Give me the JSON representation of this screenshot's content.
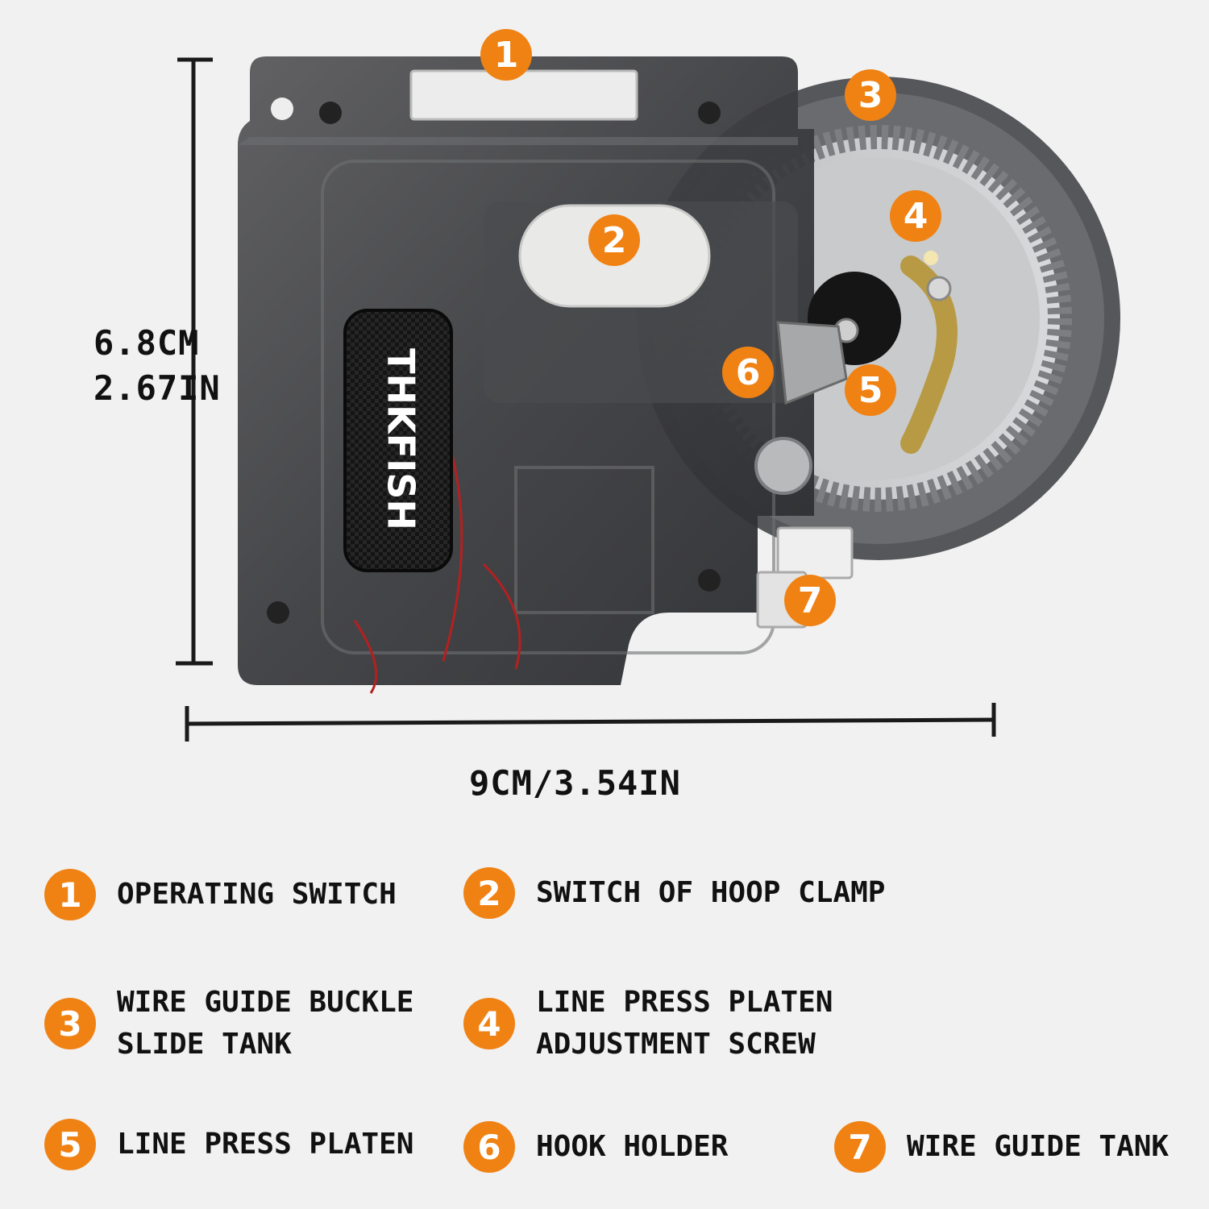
{
  "dimensions": {
    "height_cm": "6.8CM",
    "height_in": "2.67IN",
    "width": "9CM/3.54IN"
  },
  "brand": {
    "logo_text": "THKFISH"
  },
  "colors": {
    "badge": "#f08214",
    "background": "#f1f1f1",
    "text": "#111111"
  },
  "callouts": [
    "1",
    "2",
    "3",
    "4",
    "5",
    "6",
    "7"
  ],
  "legend": [
    {
      "number": "1",
      "lines": [
        "OPERATING SWITCH"
      ]
    },
    {
      "number": "2",
      "lines": [
        "SWITCH OF HOOP CLAMP"
      ]
    },
    {
      "number": "3",
      "lines": [
        "WIRE GUIDE BUCKLE",
        "SLIDE TANK"
      ]
    },
    {
      "number": "4",
      "lines": [
        "LINE PRESS PLATEN",
        "ADJUSTMENT SCREW"
      ]
    },
    {
      "number": "5",
      "lines": [
        "LINE PRESS PLATEN"
      ]
    },
    {
      "number": "6",
      "lines": [
        "HOOK HOLDER"
      ]
    },
    {
      "number": "7",
      "lines": [
        "WIRE GUIDE TANK"
      ]
    }
  ]
}
